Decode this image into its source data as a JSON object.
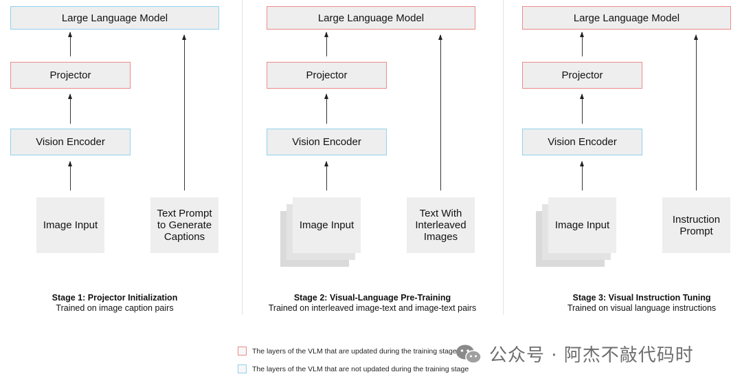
{
  "stages": [
    {
      "llm": "Large Language Model",
      "projector": "Projector",
      "encoder": "Vision Encoder",
      "image_input": "Image Input",
      "text_input": [
        "Text Prompt",
        "to Generate",
        "Captions"
      ],
      "title": "Stage 1: Projector Initialization",
      "subtitle": "Trained on image caption pairs",
      "llm_state": "not-updated",
      "projector_state": "updated",
      "encoder_state": "not-updated"
    },
    {
      "llm": "Large Language Model",
      "projector": "Projector",
      "encoder": "Vision Encoder",
      "image_input": "Image Input",
      "text_input": [
        "Text With",
        "Interleaved",
        "Images"
      ],
      "title": "Stage 2: Visual-Language Pre-Training",
      "subtitle": "Trained on interleaved image-text and image-text pairs",
      "llm_state": "updated",
      "projector_state": "updated",
      "encoder_state": "not-updated"
    },
    {
      "llm": "Large Language Model",
      "projector": "Projector",
      "encoder": "Vision Encoder",
      "image_input": "Image Input",
      "text_input": [
        "Instruction",
        "Prompt"
      ],
      "title": "Stage 3: Visual Instruction Tuning",
      "subtitle": "Trained on visual language instructions",
      "llm_state": "updated",
      "projector_state": "updated",
      "encoder_state": "not-updated"
    }
  ],
  "legend": {
    "updated": "The layers of the VLM that are updated during the training stage",
    "not_updated": "The layers of the VLM that are not updated during the training stage"
  },
  "watermark": "公众号 · 阿杰不敲代码时",
  "colors": {
    "updated_border": "#ec8a8a",
    "not_updated_border": "#8fd1ec",
    "box_fill": "#eeeeee"
  }
}
